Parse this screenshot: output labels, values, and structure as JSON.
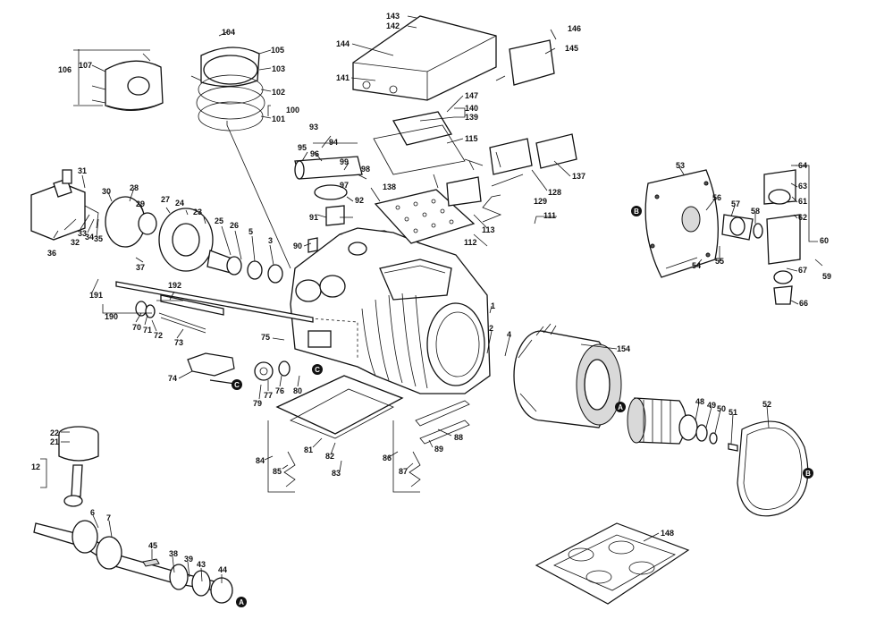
{
  "diagram": {
    "labels": [
      "1",
      "2",
      "3",
      "4",
      "5",
      "6",
      "7",
      "12",
      "21",
      "22",
      "23",
      "24",
      "25",
      "26",
      "27",
      "28",
      "29",
      "30",
      "31",
      "32",
      "33",
      "34",
      "35",
      "36",
      "37",
      "38",
      "39",
      "43",
      "44",
      "45",
      "48",
      "49",
      "50",
      "51",
      "52",
      "53",
      "54",
      "55",
      "56",
      "57",
      "58",
      "59",
      "60",
      "61",
      "62",
      "63",
      "64",
      "66",
      "67",
      "70",
      "71",
      "72",
      "73",
      "74",
      "75",
      "76",
      "77",
      "79",
      "80",
      "81",
      "82",
      "83",
      "84",
      "85",
      "86",
      "87",
      "88",
      "89",
      "90",
      "91",
      "92",
      "93",
      "94",
      "95",
      "96",
      "97",
      "98",
      "99",
      "100",
      "101",
      "102",
      "103",
      "104",
      "105",
      "106",
      "107",
      "111",
      "112",
      "113",
      "115",
      "128",
      "129",
      "137",
      "138",
      "139",
      "140",
      "141",
      "142",
      "143",
      "144",
      "145",
      "146",
      "147",
      "148",
      "154",
      "190",
      "191",
      "192"
    ],
    "markers": [
      "A",
      "B",
      "C"
    ]
  }
}
